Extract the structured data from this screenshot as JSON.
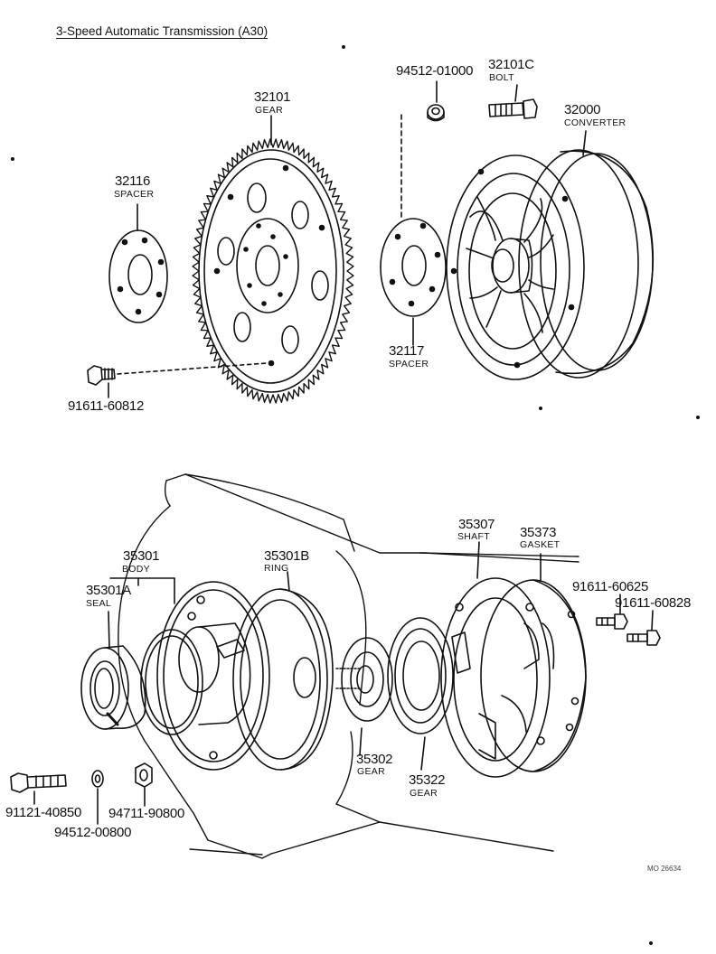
{
  "title": "3-Speed Automatic Transmission (A30)",
  "drawing_code": "MO 26634",
  "parts": {
    "p32101": {
      "number": "32101",
      "name": "GEAR"
    },
    "p32116": {
      "number": "32116",
      "name": "SPACER"
    },
    "p32117": {
      "number": "32117",
      "name": "SPACER"
    },
    "p32000": {
      "number": "32000",
      "name": "CONVERTER"
    },
    "p32101C": {
      "number": "32101C",
      "name": "BOLT"
    },
    "p94512_01000": {
      "number": "94512-01000"
    },
    "p91611_60812": {
      "number": "91611-60812"
    },
    "p35301": {
      "number": "35301",
      "name": "BODY"
    },
    "p35301A": {
      "number": "35301A",
      "name": "SEAL"
    },
    "p35301B": {
      "number": "35301B",
      "name": "RING"
    },
    "p35307": {
      "number": "35307",
      "name": "SHAFT"
    },
    "p35373": {
      "number": "35373",
      "name": "GASKET"
    },
    "p91611_60625": {
      "number": "91611-60625"
    },
    "p91611_60828": {
      "number": "91611-60828"
    },
    "p35302": {
      "number": "35302",
      "name": "GEAR"
    },
    "p35322": {
      "number": "35322",
      "name": "GEAR"
    },
    "p91121_40850": {
      "number": "91121-40850"
    },
    "p94512_00800": {
      "number": "94512-00800"
    },
    "p94711_90800": {
      "number": "94711-90800"
    }
  },
  "colors": {
    "ink": "#111111",
    "paper": "#ffffff"
  }
}
